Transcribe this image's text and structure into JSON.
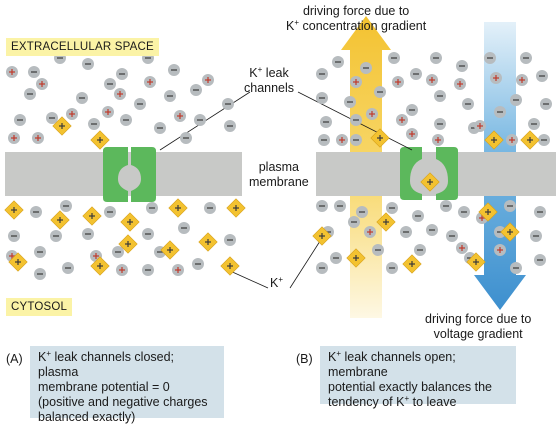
{
  "labels": {
    "extracellular": "EXTRACELLULAR SPACE",
    "cytosol": "CYTOSOL",
    "leak_channels_k": "K",
    "leak_channels_rest": "leak",
    "leak_channels_line2": "channels",
    "plasma": "plasma",
    "membrane": "membrane",
    "k_ion_k": "K",
    "k_ion_sup": "+",
    "top_force_line1": "driving force due to",
    "top_force_line2": "concentration gradient",
    "bottom_force_line1": "driving force due to",
    "bottom_force_line2": "voltage gradient"
  },
  "captions": {
    "a_letter": "(A)",
    "a_line1": "leak channels closed; plasma",
    "a_line2": "membrane potential = 0",
    "a_line3": "(positive and negative charges",
    "a_line4": "balanced exactly)",
    "b_letter": "(B)",
    "b_line1": "leak channels open; membrane",
    "b_line2": "potential exactly balances the",
    "b_line3": "tendency of K",
    "b_line3_end": "to leave"
  },
  "colors": {
    "membrane": "#c8c9c7",
    "channel": "#5cb85c",
    "k_ion": "#f3c230",
    "negative_ion": "#b7bcbf",
    "positive_sign": "#c0392b",
    "tag_bg": "#fbf3a6",
    "caption_bg": "#d3e1e9",
    "arrow_yellow": "#f6cf4a",
    "arrow_blue": "#4a9fd8"
  }
}
